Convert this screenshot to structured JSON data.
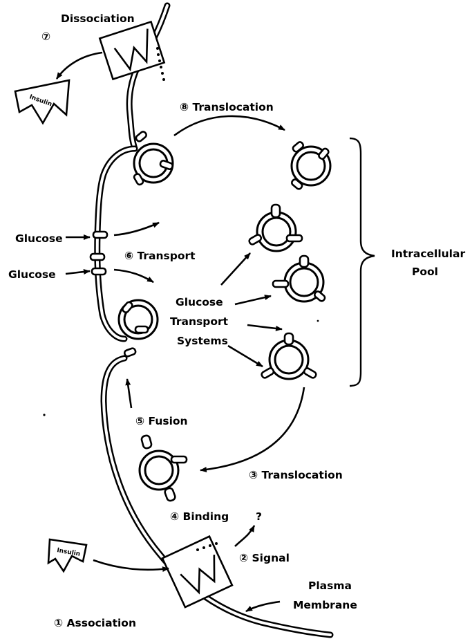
{
  "labels": {
    "dissociation": "Dissociation",
    "dissociation_num": "⑦",
    "translocation_top": "⑧ Translocation",
    "glucose_1": "Glucose",
    "glucose_2": "Glucose",
    "transport": "⑥ Transport",
    "gts_line1": "Glucose",
    "gts_line2": "Transport",
    "gts_line3": "Systems",
    "pool_line1": "Intracellular",
    "pool_line2": "Pool",
    "fusion": "⑤ Fusion",
    "translocation_bottom": "③ Translocation",
    "binding": "④ Binding",
    "question": "?",
    "signal": "② Signal",
    "membrane_line1": "Plasma",
    "membrane_line2": "Membrane",
    "association": "① Association",
    "insulin_top": "Insulin",
    "insulin_bottom": "Insulin"
  }
}
